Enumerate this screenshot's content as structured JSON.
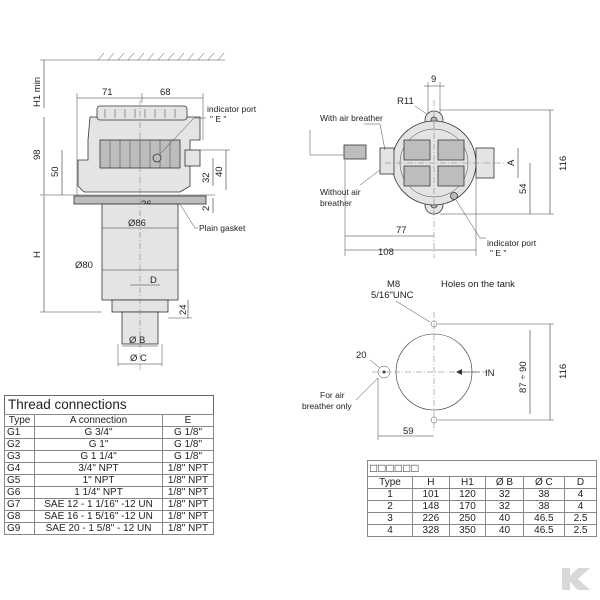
{
  "front_view": {
    "dims": {
      "h1_min": "H1 min",
      "w71": "71",
      "w68": "68",
      "h98": "98",
      "h50": "50",
      "h32": "32",
      "h40": "40",
      "h2": "2",
      "w26": "26",
      "dia86": "Ø86",
      "h": "H",
      "dia80": "Ø80",
      "d": "D",
      "h24": "24",
      "dia_b": "Ø B",
      "dia_c": "Ø C"
    },
    "labels": {
      "indicator_port_1": "indicator port",
      "indicator_port_2": "\" E \"",
      "plain_gasket": "Plain gasket"
    }
  },
  "top_view": {
    "dims": {
      "w9": "9",
      "r11": "R11",
      "h116": "116",
      "a": "A",
      "h54": "54",
      "w77": "77",
      "w108": "108"
    },
    "labels": {
      "with_air_breather": "With air breather",
      "without_air_1": "Without air",
      "without_air_2": "breather",
      "indicator_port_1": "indicator port",
      "indicator_port_2": "\" E \""
    }
  },
  "holes_view": {
    "labels": {
      "m8": "M8",
      "unc": "5/16\"UNC",
      "holes_on_tank": "Holes on the tank",
      "in": "IN",
      "air_breather_1": "For air",
      "air_breather_2": "breather only"
    },
    "dims": {
      "d20": "20",
      "h87_90": "87 ÷ 90",
      "h116": "116",
      "w59": "59"
    }
  },
  "thread_table": {
    "title": "Thread connections",
    "headers": [
      "Type",
      "A     connection",
      "E"
    ],
    "rows": [
      [
        "G1",
        "G 3/4\"",
        "G 1/8\""
      ],
      [
        "G2",
        "G 1\"",
        "G 1/8\""
      ],
      [
        "G3",
        "G 1 1/4\"",
        "G 1/8\""
      ],
      [
        "G4",
        "3/4\" NPT",
        "1/8\" NPT"
      ],
      [
        "G5",
        "1\" NPT",
        "1/8\" NPT"
      ],
      [
        "G6",
        "1 1/4\" NPT",
        "1/8\" NPT"
      ],
      [
        "G7",
        "SAE 12 - 1 1/16\" -12 UN",
        "1/8\" NPT"
      ],
      [
        "G8",
        "SAE 16 - 1 5/16\" -12 UN",
        "1/8\" NPT"
      ],
      [
        "G9",
        "SAE 20 - 1 5/8\" - 12 UN",
        "1/8\" NPT"
      ]
    ]
  },
  "size_table": {
    "title": "□□□□□□",
    "headers": [
      "Type",
      "H",
      "H1",
      "Ø B",
      "Ø C",
      "D"
    ],
    "rows": [
      [
        "1",
        "101",
        "120",
        "32",
        "38",
        "4"
      ],
      [
        "2",
        "148",
        "170",
        "32",
        "38",
        "4"
      ],
      [
        "3",
        "226",
        "250",
        "40",
        "46.5",
        "2.5"
      ],
      [
        "4",
        "328",
        "350",
        "40",
        "46.5",
        "2.5"
      ]
    ]
  },
  "colors": {
    "line": "#333333",
    "body_fill": "#e4e4e4",
    "dark_fill": "#bdbdbd",
    "logo": "#d8d8d8"
  },
  "logo": {
    "icon": "brand-k-logo"
  }
}
